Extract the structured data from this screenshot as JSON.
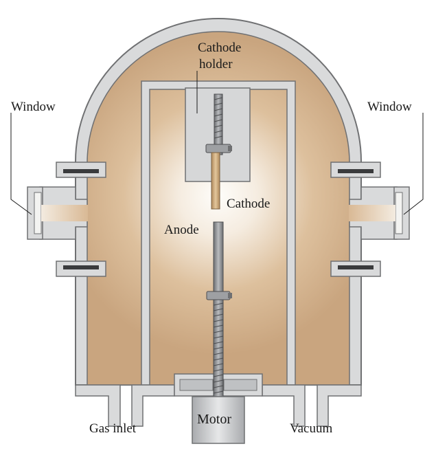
{
  "labels": {
    "cathode_holder_line1": "Cathode",
    "cathode_holder_line2": "holder",
    "window_left": "Window",
    "window_right": "Window",
    "cathode": "Cathode",
    "anode": "Anode",
    "gas_inlet": "Gas inlet",
    "motor": "Motor",
    "vacuum": "Vacuum"
  },
  "colors": {
    "plasma_core": "#fdfcf8",
    "plasma_edge": "#d4b48f",
    "chamber_fill": "#c9a57f",
    "metal": "#d9dadb",
    "metal_stroke": "#6f7072",
    "cathode_rod": "#caa77a",
    "rod": "#8a8c8f"
  }
}
